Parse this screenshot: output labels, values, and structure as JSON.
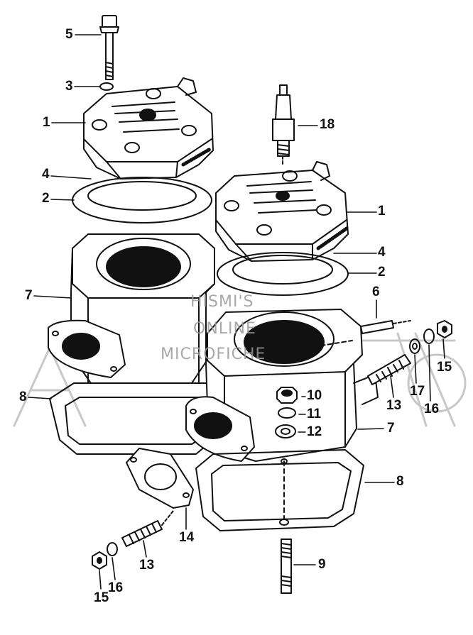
{
  "callouts": {
    "c1a": "1",
    "c1b": "1",
    "c2a": "2",
    "c2b": "2",
    "c3": "3",
    "c4a": "4",
    "c4b": "4",
    "c5": "5",
    "c6": "6",
    "c7a": "7",
    "c7b": "7",
    "c8a": "8",
    "c8b": "8",
    "c9": "9",
    "c10": "10",
    "c11": "11",
    "c12": "12",
    "c13a": "13",
    "c13b": "13",
    "c14": "14",
    "c15a": "15",
    "c15b": "15",
    "c16a": "16",
    "c16b": "16",
    "c17": "17",
    "c18": "18"
  },
  "watermark": {
    "line1": "HISMI'S",
    "line2": "ONLINE",
    "line3": "MICROFICHE"
  },
  "colors": {
    "ink": "#111111",
    "watermark": "#9a9a9a"
  }
}
